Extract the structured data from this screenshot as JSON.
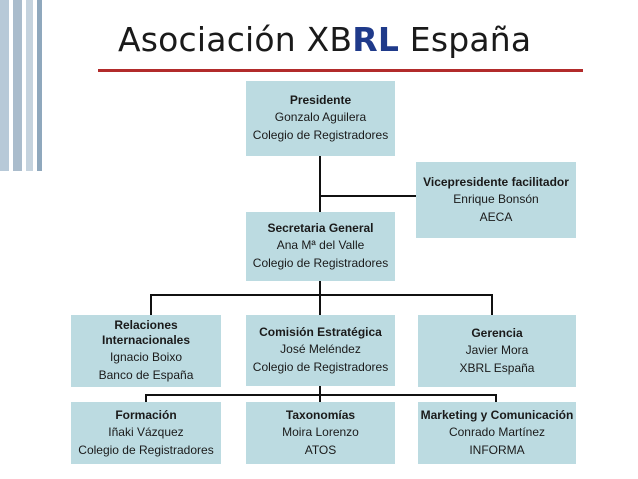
{
  "slide": {
    "title_main": "Asociación XB",
    "title_accent": "RL",
    "title_end": " España",
    "title_color": "#1a1a1a",
    "accent_color": "#1f3a8a",
    "rule_color": "#b22b2b",
    "box_color": "#bcdbe1",
    "stripe_colors": [
      "#b7c9d8",
      "#aabccc",
      "#c5d3de",
      "#8fa8bd"
    ]
  },
  "org": {
    "president": {
      "role": "Presidente",
      "name": "Gonzalo Aguilera",
      "org": "Colegio de Registradores"
    },
    "vice": {
      "role": "Vicepresidente facilitador",
      "name": "Enrique Bonsón",
      "org": "AECA"
    },
    "secretary": {
      "role": "Secretaria General",
      "name": "Ana Mª del Valle",
      "org": "Colegio de Registradores"
    },
    "relations": {
      "role": "Relaciones Internacionales",
      "name": "Ignacio Boixo",
      "org": "Banco de España"
    },
    "strategic": {
      "role": "Comisión Estratégica",
      "name": "José Meléndez",
      "org": "Colegio de Registradores"
    },
    "management": {
      "role": "Gerencia",
      "name": "Javier Mora",
      "org": "XBRL España"
    },
    "training": {
      "role": "Formación",
      "name": "Iñaki Vázquez",
      "org": "Colegio de Registradores"
    },
    "taxonomies": {
      "role": "Taxonomías",
      "name": "Moira Lorenzo",
      "org": "ATOS"
    },
    "marketing": {
      "role": "Marketing y Comunicación",
      "name": "Conrado Martínez",
      "org": "INFORMA"
    }
  }
}
